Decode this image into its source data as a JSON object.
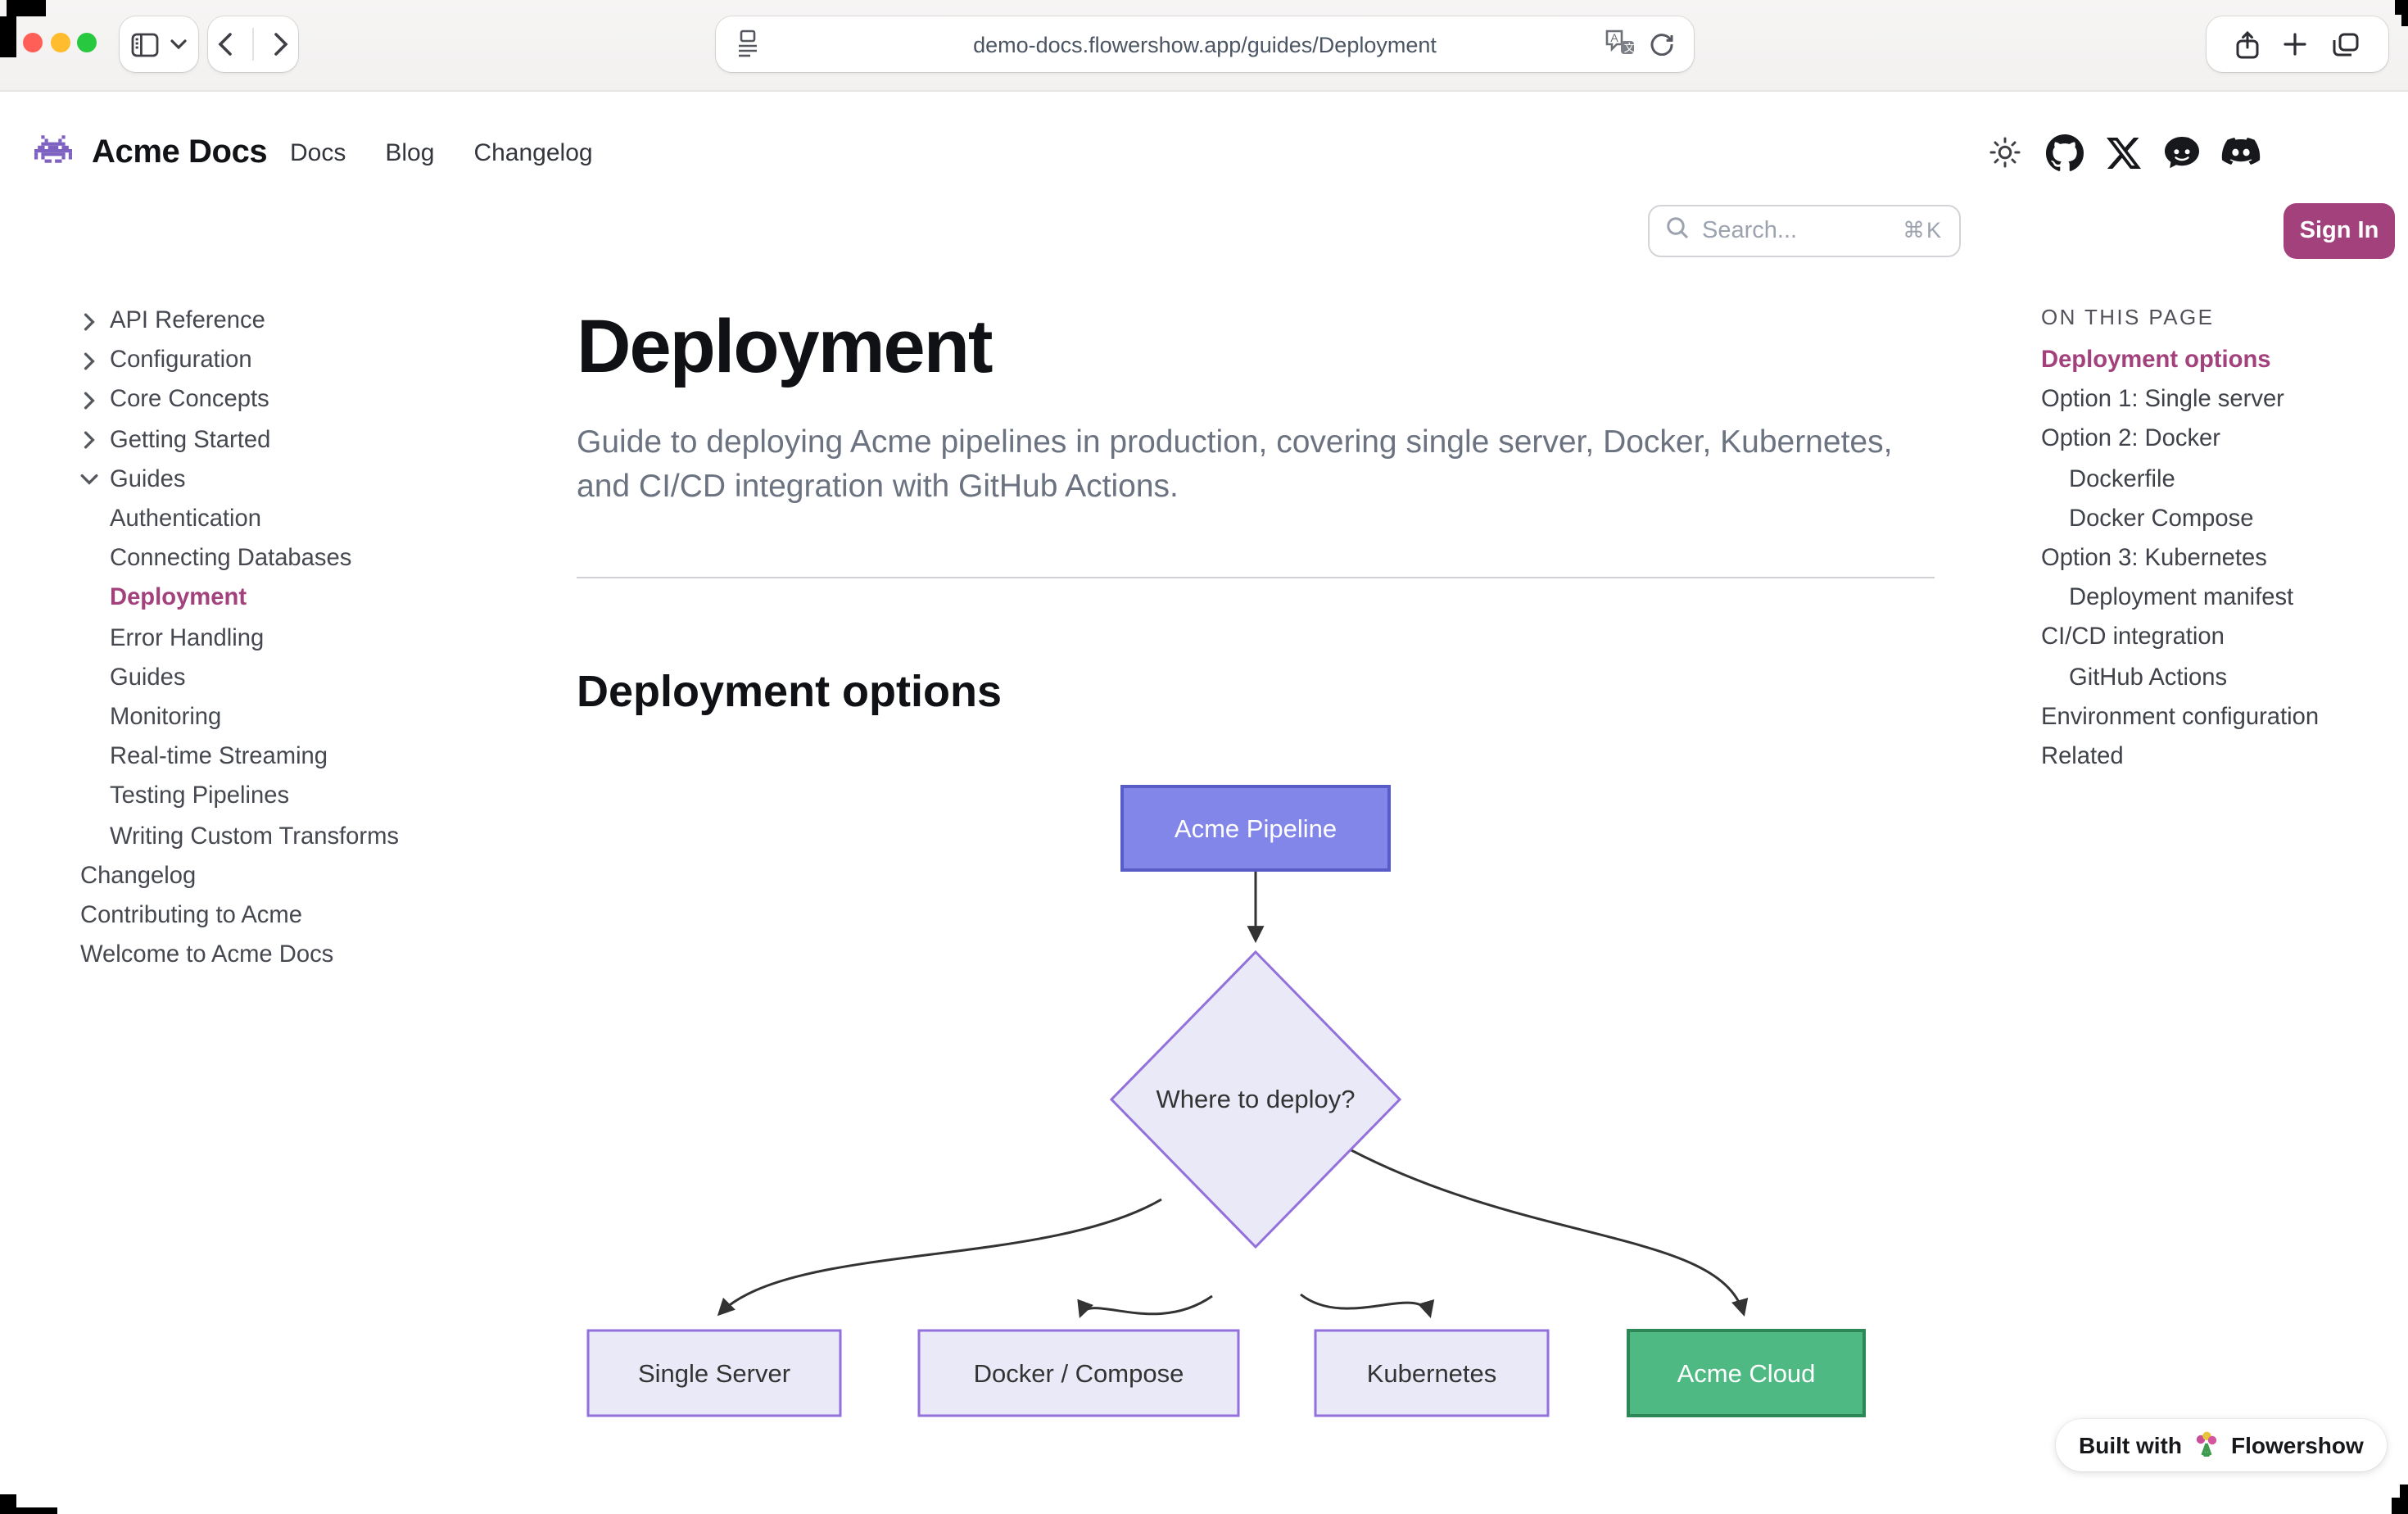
{
  "browser": {
    "url": "demo-docs.flowershow.app/guides/Deployment",
    "toolbar_icons": [
      "sidebar-toggle",
      "chevron-down",
      "back",
      "forward",
      "reader",
      "translate",
      "reload",
      "share",
      "new-tab",
      "tab-overview"
    ]
  },
  "header": {
    "brand": "Acme Docs",
    "nav": [
      {
        "label": "Docs"
      },
      {
        "label": "Blog"
      },
      {
        "label": "Changelog"
      }
    ],
    "search": {
      "placeholder": "Search...",
      "shortcut": "⌘K"
    },
    "social_icons": [
      "theme-sun",
      "github",
      "x",
      "reddit",
      "discord"
    ],
    "sign_in_label": "Sign In"
  },
  "sidebar": {
    "items": [
      {
        "label": "API Reference",
        "type": "expandable",
        "expanded": false
      },
      {
        "label": "Configuration",
        "type": "expandable",
        "expanded": false
      },
      {
        "label": "Core Concepts",
        "type": "expandable",
        "expanded": false
      },
      {
        "label": "Getting Started",
        "type": "expandable",
        "expanded": false
      },
      {
        "label": "Guides",
        "type": "expandable",
        "expanded": true
      },
      {
        "label": "Authentication",
        "type": "child"
      },
      {
        "label": "Connecting Databases",
        "type": "child"
      },
      {
        "label": "Deployment",
        "type": "child",
        "active": true
      },
      {
        "label": "Error Handling",
        "type": "child"
      },
      {
        "label": "Guides",
        "type": "child"
      },
      {
        "label": "Monitoring",
        "type": "child"
      },
      {
        "label": "Real-time Streaming",
        "type": "child"
      },
      {
        "label": "Testing Pipelines",
        "type": "child"
      },
      {
        "label": "Writing Custom Transforms",
        "type": "child"
      },
      {
        "label": "Changelog",
        "type": "plain"
      },
      {
        "label": "Contributing to Acme",
        "type": "plain"
      },
      {
        "label": "Welcome to Acme Docs",
        "type": "plain"
      }
    ]
  },
  "page": {
    "title": "Deployment",
    "subtitle": "Guide to deploying Acme pipelines in production, covering single server, Docker, Kubernetes, and CI/CD integration with GitHub Actions.",
    "section_heading": "Deployment options"
  },
  "toc": {
    "heading": "ON THIS PAGE",
    "items": [
      {
        "label": "Deployment options",
        "indent": 0,
        "active": true
      },
      {
        "label": "Option 1: Single server",
        "indent": 0
      },
      {
        "label": "Option 2: Docker",
        "indent": 0
      },
      {
        "label": "Dockerfile",
        "indent": 1
      },
      {
        "label": "Docker Compose",
        "indent": 1
      },
      {
        "label": "Option 3: Kubernetes",
        "indent": 0
      },
      {
        "label": "Deployment manifest",
        "indent": 1
      },
      {
        "label": "CI/CD integration",
        "indent": 0
      },
      {
        "label": "GitHub Actions",
        "indent": 1
      },
      {
        "label": "Environment configuration",
        "indent": 0
      },
      {
        "label": "Related",
        "indent": 0
      }
    ]
  },
  "diagram": {
    "type": "flowchart",
    "nodes": {
      "pipeline": "Acme Pipeline",
      "decision": "Where to deploy?",
      "single": "Single Server",
      "docker": "Docker / Compose",
      "kubernetes": "Kubernetes",
      "cloud": "Acme Cloud"
    },
    "edges": [
      {
        "from": "Acme Pipeline",
        "to": "Where to deploy?"
      },
      {
        "from": "Where to deploy?",
        "to": "Single Server"
      },
      {
        "from": "Where to deploy?",
        "to": "Docker / Compose"
      },
      {
        "from": "Where to deploy?",
        "to": "Kubernetes"
      },
      {
        "from": "Where to deploy?",
        "to": "Acme Cloud"
      }
    ]
  },
  "badge": {
    "prefix": "Built with",
    "emoji": "bouquet",
    "brand": "Flowershow"
  },
  "colors": {
    "accent": "#a3417c",
    "node_purple_fill": "#8286e8",
    "node_purple_border": "#575cc7",
    "node_lavender_fill": "#e9e9f8",
    "node_lavender_border": "#9370db",
    "node_green_fill": "#4fb983",
    "node_green_border": "#2e8757",
    "edge": "#333333"
  }
}
